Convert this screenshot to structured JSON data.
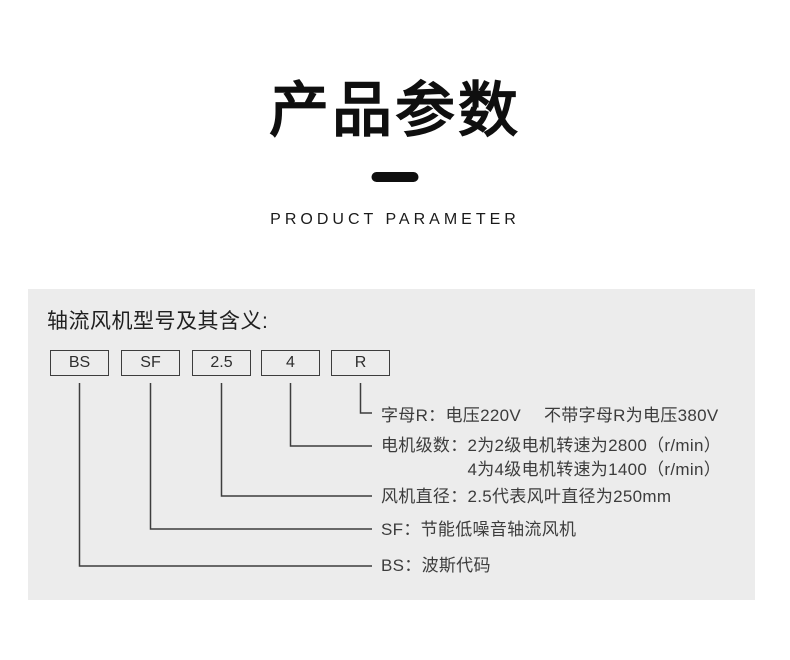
{
  "header": {
    "title": "产品参数",
    "subtitle": "PRODUCT PARAMETER"
  },
  "diagram": {
    "heading": "轴流风机型号及其含义:",
    "model_boxes": [
      "BS",
      "SF",
      "2.5",
      "4",
      "R"
    ],
    "annotations": {
      "r": {
        "text": "字母R：电压220V",
        "text2": "不带字母R为电压380V"
      },
      "motor": {
        "label": "电机级数：",
        "line1": "2为2级电机转速为2800（r/min）",
        "line2": "4为4级电机转速为1400（r/min）"
      },
      "diameter": {
        "text": "风机直径：2.5代表风叶直径为250mm"
      },
      "sf": {
        "text": "SF：节能低噪音轴流风机"
      },
      "bs": {
        "text": "BS：波斯代码"
      }
    }
  },
  "colors": {
    "panel_background": "#ececec",
    "connector_line": "#3d3d3d",
    "body_text": "#3c3c3c",
    "title_text": "#0f0f0f"
  }
}
